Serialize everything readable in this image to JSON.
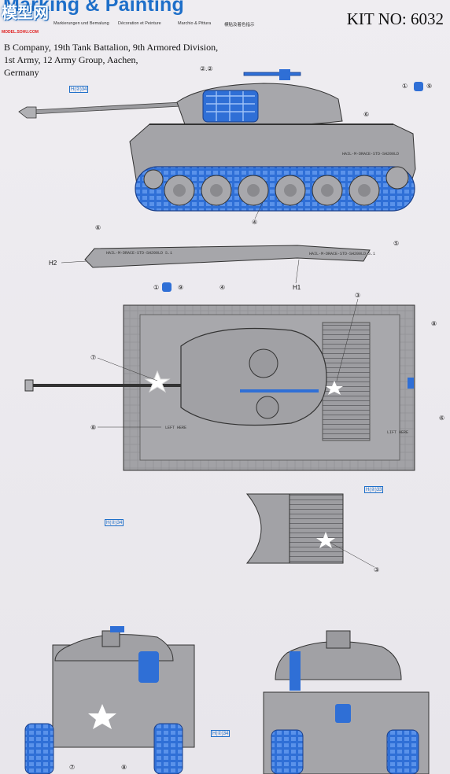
{
  "header": {
    "title": "Marking & Painting",
    "watermark": "模型网",
    "watermark_sub": "MODEL.SOHU.COM",
    "languages": [
      "Markierungen und Bemalung",
      "Décoration et Peinture",
      "Marchio & Pittura",
      "標貼及着色指示"
    ],
    "kit_label": "KIT NO: 6032"
  },
  "subtitle": [
    "B Company, 19th Tank Battalion, 9th Armored Division,",
    "1st Army, 12 Army Group, Aachen,",
    "Germany"
  ],
  "callouts": {
    "c1": "①",
    "c2": "②",
    "c3": "③",
    "c4": "④",
    "c5": "⑤",
    "c6": "⑥",
    "c7": "⑦",
    "c8": "⑧",
    "c9": "⑨",
    "c2pair": "②.②",
    "h1": "H1",
    "h2": "H2"
  },
  "stencils": {
    "hull_side": "HAIL-M-DRACE-STD-SH200LD",
    "fender_left": "HAIL-M-DRACE-STD-SH200LD S.1",
    "fender_right": "HAIL-M-DRACE-STD-SH200LD S.1",
    "left_here": "LEFT HERE",
    "lift_here": "LIFT HERE"
  },
  "refs": [
    "H(②)34",
    "H(②)34",
    "H(②)33",
    "H(②)34"
  ],
  "colors": {
    "title_blue": "#1e6fc9",
    "part_blue": "#2f6fd6",
    "hull_gray": "#a4a4a8"
  }
}
